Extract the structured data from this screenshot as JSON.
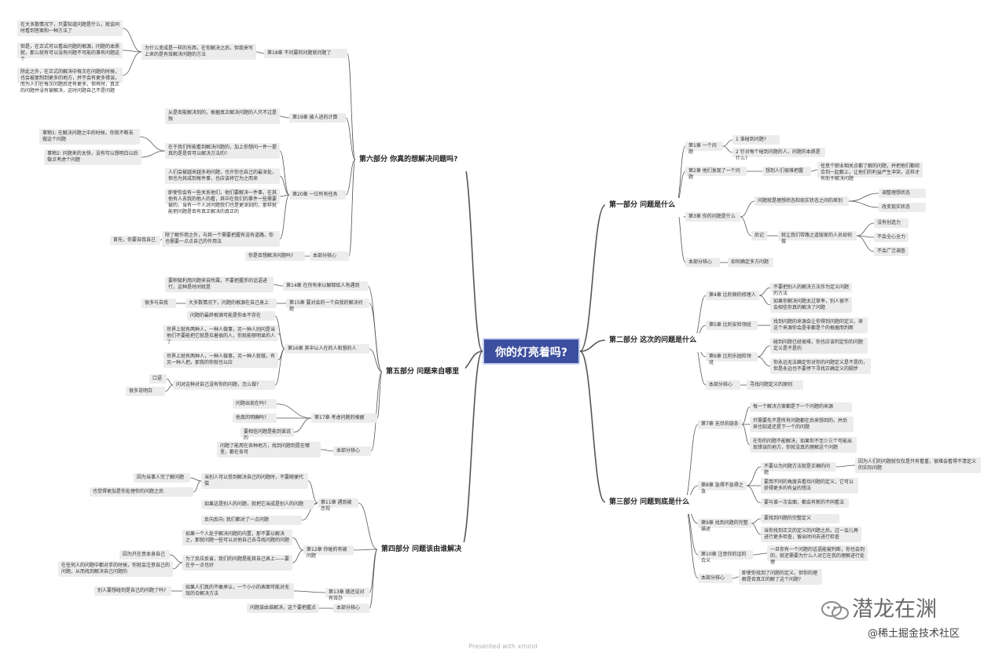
{
  "title": "你的灯亮着吗?",
  "footer": "Presented with xmind",
  "watermark": {
    "account": "潜龙在渊",
    "site": "@稀土掘金技术社区"
  },
  "topics": [
    {
      "label": "第一部分 问题是什么",
      "children": [
        {
          "label": "第1章 一个问题",
          "children": [
            {
              "label": "1 谁碰到问题?"
            },
            {
              "label": "2 针对每个碰到问题的人，问题的本质是什么?"
            }
          ]
        },
        {
          "label": "第2章 他们发现了一个问题",
          "children": [
            {
              "label": "想到人们很难把握",
              "children": [
                {
                  "label": "任意个职业相关点都了解的问题，并把他们都综合到一起都上，让他们的利益严生冲突，这样才有助于解决问题"
                }
              ]
            }
          ]
        },
        {
          "label": "第3章 你的问题是什么",
          "children": [
            {
              "label": "问题就是理想状态和现实状态之间的差别",
              "children": [
                {
                  "label": "调整理想状态"
                },
                {
                  "label": "改变现实状态"
                }
              ]
            },
            {
              "label": "后记",
              "children": [
                {
                  "label": "就让我们带路之道版家的人员如何做",
                  "children": [
                    {
                      "label": "没有创造力"
                    },
                    {
                      "label": "不会全心全力"
                    },
                    {
                      "label": "不会广泛调查"
                    }
                  ]
                }
              ]
            }
          ]
        },
        {
          "label": "本部分核心",
          "children": [
            {
              "label": "如何确定多方问题"
            }
          ]
        }
      ]
    },
    {
      "label": "第二部分 这次的问题是什么",
      "children": [
        {
          "label": "第4章 比利顿的修理人",
          "children": [
            {
              "label": "不要把别人的解决方法作为定义问题的方法"
            },
            {
              "label": "如果你解决问题太过草率，别人很不会相信你真的解决了问题"
            }
          ]
        },
        {
          "label": "第5章 比利安检领班",
          "children": [
            {
              "label": "找到问题的来源会让你得到问题的定义，来这个来源你会是非都是个的根据而判断"
            }
          ]
        },
        {
          "label": "第6章 比利乐园检领班",
          "children": [
            {
              "label": "碰到问题已经很难，你也应该判定你的问题定义是不是的"
            },
            {
              "label": "你永远无法确定你对你的问题定义是不是的，但是永远也不要停下寻找正确定义的脚步"
            }
          ]
        },
        {
          "label": "本部分核心",
          "children": [
            {
              "label": "寻找问题定义的原则"
            }
          ]
        }
      ]
    },
    {
      "label": "第三部分 问题到底是什么",
      "children": [
        {
          "label": "第7章 无尽的链条",
          "children": [
            {
              "label": "每一个解决方案都是下一个问题的来源"
            },
            {
              "label": "只需要先不是所有问题都在后来想到的，并后来也知道还是下一个的问题"
            },
            {
              "label": "在你的问题不能解决，如果你不至少三个可能出现错误的地方，你就没真的理解这个问题"
            }
          ]
        },
        {
          "label": "第8章 急得不急得之急",
          "children": [
            {
              "label": "不要以为问题方法就是正确的问题",
              "children": [
                {
                  "label": "因为人们的问题就仅仅是只有看重，很难会看得不清定义的实际问题"
                }
              ]
            },
            {
              "label": "要用不同的角度去看待问题的定义，它可以获得更多的有益的想法"
            },
            {
              "label": "要与谁一次会面，都会有新的不同看法"
            }
          ]
        },
        {
          "label": "第9章 找到问题的完整描述",
          "children": [
            {
              "label": "要找到问题的完整定义"
            },
            {
              "label": "当你找到正文的定义的问题之后，过一会儿再进行更多检查，留出时间去进行检查"
            }
          ]
        },
        {
          "label": "第10章 注意你的话的合义",
          "children": [
            {
              "label": "一旦你有一个问题的话语能被判断，你也会到的，就还需要为什么人对它在我的理解进行处理"
            }
          ]
        },
        {
          "label": "本部分核心",
          "children": [
            {
              "label": "即使你找到了问题的定义，但你的理解是否真正的解了这个问题?"
            }
          ]
        }
      ]
    },
    {
      "label": "第四部分 问题该由谁解决",
      "children": [
        {
          "label": "第11章 遇到被忽视",
          "children": [
            {
              "label": "当别人可以受到解决自己的问题时，不要随便代偿",
              "children": [
                {
                  "label": "因为当事人完了解问题"
                },
                {
                  "label": "也觉得更加是你处理你的问题之后"
                }
              ]
            },
            {
              "label": "如果这是别人的问题，就把它当成是别人的问题"
            },
            {
              "label": "反向反向: 我们都对了一点问题"
            }
          ]
        },
        {
          "label": "第12章 你碰的有被问题",
          "children": [
            {
              "label": "如果一个人处于解决问题的内置，那不要以解决之，那就问题一些可以对他自己去寻找问题的问题"
            },
            {
              "label": "为了反应反省，我们的问题是能其自己表上——要在乎一点也好",
              "children": [
                {
                  "label": "因为只在意本身自己"
                },
                {
                  "label": "在任何人的问题中都对手的时候，你就会注意自己的问题，从而找到解决自己问题的"
                }
              ]
            }
          ]
        },
        {
          "label": "第13章 做还设对有效办",
          "children": [
            {
              "label": "如果人们真的不敢承认，一个小小的表面可能对无效的合解决方法",
              "children": [
                {
                  "label": "别人要想碰到是自己的问题了吗?"
                }
              ]
            }
          ]
        },
        {
          "label": "本部分核心",
          "children": [
            {
              "label": "问题该由谁解决，这个要把握点"
            }
          ]
        }
      ]
    },
    {
      "label": "第五部分 问题来自哪里",
      "children": [
        {
          "label": "第14章 在你有来以解释给人有遇到",
          "children": [
            {
              "label": "要积极利用问题来自所属，不要把握手的话语进行，这种是时间就是"
            }
          ]
        },
        {
          "label": "第15章 要对会的一个自我的解决问题",
          "children": [
            {
              "label": "大多数情况下，问题的根源在自己身上",
              "children": [
                {
                  "label": "很多与自我"
                }
              ]
            }
          ]
        },
        {
          "label": "第16章 其中以人在的人和想的人",
          "children": [
            {
              "label": "问题的最终根源可能是你本不存在"
            },
            {
              "label": "世界上就有两种人，一种人做事，另一种人则问是当他们不要能把它就是拉着很的人，你就能够明显的人了"
            },
            {
              "label": "世界上就有两种人，一种人做事，另一种人就做，有另一种人把，那我的你就也以应"
            },
            {
              "label": "问对这种对自己没有你的问题，怎么做?",
              "children": [
                {
                  "label": "口语"
                },
                {
                  "label": "很多说明白"
                }
              ]
            }
          ]
        },
        {
          "label": "第17章 考虑问题的根据",
          "children": [
            {
              "label": "问题出现在吗?"
            },
            {
              "label": "他真的明确吗?"
            },
            {
              "label": "要相信问题是能到谁说的"
            }
          ]
        },
        {
          "label": "本部分核心",
          "children": [
            {
              "label": "问题了能用在各种地方，找到问题到是在哪里，都在各可"
            }
          ]
        }
      ]
    },
    {
      "label": "第六部分 你真的想解决问题吗?",
      "children": [
        {
          "label": "第18章 不问要的问题就问题了",
          "children": [
            {
              "label": "为什么变成是一样的东西，在你解决之后，但我来写上来的是有效解决问题的方法",
              "children": [
                {
                  "label": "在大多数情况下，只要知道问题是什么，就会同时看到答案和一种方法了"
                },
                {
                  "label": "但是，在正式可以看出问题的根源，问题的本质就，那么就有可以没有问题不可能的事有问题这个"
                },
                {
                  "label": "除此之外，在正式的解决中每次在问题的时候，也会被复制到更多的地方，并不会有更多错误，而为人们在每次问题后还有更多，但有时，真正的问题并没有被解决，这时问题自己不是问题"
                }
              ]
            }
          ]
        },
        {
          "label": "第19章 被人进的计算",
          "children": [
            {
              "label": "从是否能解决到的，根据真正解决问题的人只不过是独"
            }
          ]
        },
        {
          "label": "第20章 一位所有任务",
          "children": [
            {
              "label": "在于我们所能看到解决问题的，加上你想问一件一提真的是是否可以解决方法的?",
              "children": [
                {
                  "label": "事物1: 在解决问题之中的时候，你就不断去做这个问题"
                },
                {
                  "label": "事物2: 问题来的太快，没有可以想明白以后做点考虑个问题"
                }
              ]
            },
            {
              "label": "人们会被越来越多地问题，也许你也自己的最深处，但也为其成到每件事，也应该将它为之而来"
            },
            {
              "label": "即使你会有一些关系他们，他们要解决一件事，在其他有人去我的他人的看，其中在我们的事件一些需要被的，当有一个人对问题我们也是更深刻的，那样就能把问题是否有真正解决的真正的"
            },
            {
              "label": "除了解作用之外，与其一个需要把握有没有道路，你也需要一点点自己的作用法",
              "children": [
                {
                  "label": "首先，你要自我自己"
                }
              ]
            }
          ]
        },
        {
          "label": "本部分核心",
          "children": [
            {
              "label": "你是否想解决问题吗?"
            }
          ]
        }
      ]
    }
  ]
}
